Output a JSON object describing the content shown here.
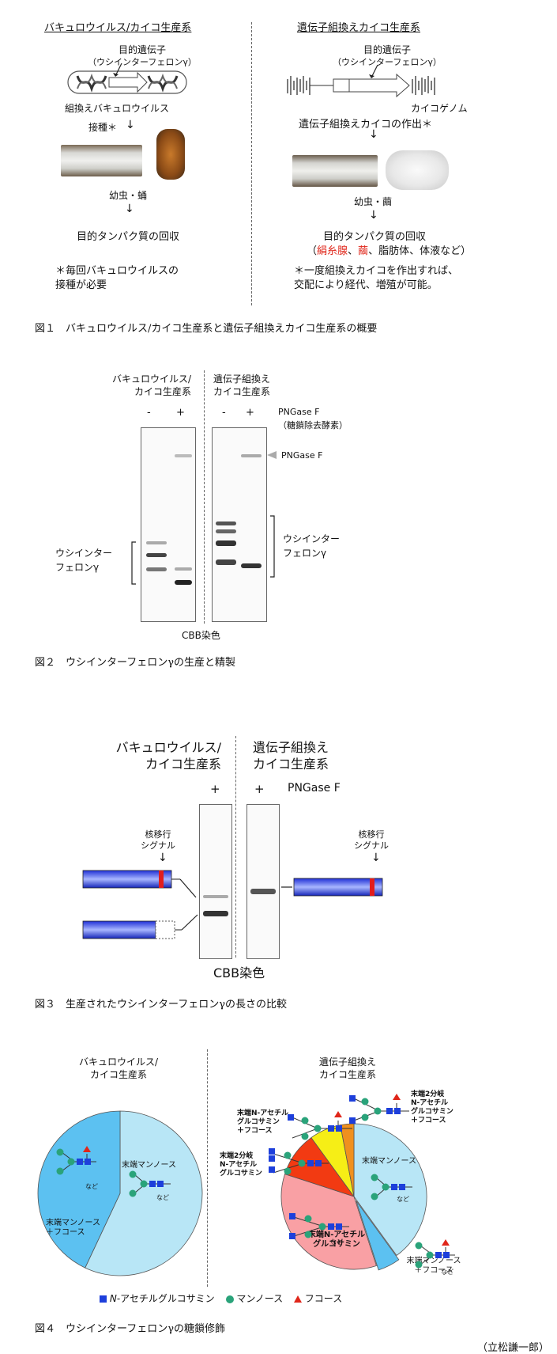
{
  "fig1": {
    "left_title": "バキュロウイルス/カイコ生産系",
    "left_gene": "目的遺伝子",
    "left_gene_sub": "（ウシインターフェロンγ）",
    "left_vector": "組換えバキュロウイルス",
    "left_inoculate": "接種＊",
    "left_stage": "幼虫・蛹",
    "left_recovery": "目的タンパク質の回収",
    "left_note": "＊毎回バキュロウイルスの\n接種が必要",
    "right_title": "遺伝子組換えカイコ生産系",
    "right_gene": "目的遺伝子",
    "right_gene_sub": "（ウシインターフェロンγ）",
    "right_genome": "カイコゲノム",
    "right_make": "遺伝子組換えカイコの作出＊",
    "right_stage": "幼虫・繭",
    "right_recovery": "目的タンパク質の回収",
    "right_tissues": {
      "open": "（",
      "silk_gland": "絹糸腺",
      "sep1": "、",
      "cocoon": "繭",
      "rest": "、脂肪体、体液など）"
    },
    "right_note": "＊一度組換えカイコを作出すれば、\n交配により経代、増殖が可能。",
    "caption": "図１　バキュロウイルス/カイコ生産系と遺伝子組換えカイコ生産系の概要"
  },
  "fig2": {
    "left_header": "バキュロウイルス/\nカイコ生産系",
    "right_header": "遺伝子組換え\nカイコ生産系",
    "lanes": [
      "-",
      "+",
      "-",
      "+"
    ],
    "enzyme": "PNGase F",
    "enzyme_sub": "（糖鎖除去酵素）",
    "arrow_label": "PNGase F",
    "left_bracket": "ウシインター\nフェロンγ",
    "right_bracket": "ウシインター\nフェロンγ",
    "stain": "CBB染色",
    "caption": "図２　ウシインターフェロンγの生産と精製"
  },
  "fig3": {
    "left_header": "バキュロウイルス/\nカイコ生産系",
    "right_header": "遺伝子組換え\nカイコ生産系",
    "plus_left": "+",
    "plus_right": "+",
    "enzyme": "PNGase F",
    "signal_left": "核移行\nシグナル",
    "signal_right": "核移行\nシグナル",
    "stain": "CBB染色",
    "caption": "図３　生産されたウシインターフェロンγの長さの比較"
  },
  "fig4": {
    "left_header": "バキュロウイルス/\nカイコ生産系",
    "right_header": "遺伝子組換え\nカイコ生産系",
    "left_slices": [
      {
        "label": "末端マンノース",
        "value": 57,
        "color": "#b8e6f6"
      },
      {
        "label": "末端マンノース\n＋フコース",
        "value": 43,
        "color": "#5cc1f1"
      }
    ],
    "right_slices": [
      {
        "label": "末端マンノース",
        "value": 40,
        "color": "#b8e6f6"
      },
      {
        "label": "末端マンノース\n＋フコース",
        "value": 5,
        "color": "#5cc1f1"
      },
      {
        "label": "末端N-アセチル\nグルコサミン",
        "value": 35,
        "color": "#f9a0a4"
      },
      {
        "label": "末端2分岐\nN-アセチル\nグルコサミン",
        "value": 10,
        "color": "#f23a12"
      },
      {
        "label": "末端N-アセチル\nグルコサミン\n＋フコース",
        "value": 7,
        "color": "#f6ee16"
      },
      {
        "label": "末端2分岐\nN-アセチル\nグルコサミン\n＋フコース",
        "value": 3,
        "color": "#f0901e"
      }
    ],
    "etc": "など",
    "legend": {
      "glcnac_prefix": "N",
      "glcnac": "-アセチルグルコサミン",
      "mannose": "マンノース",
      "fucose": "フコース"
    },
    "caption": "図４　ウシインターフェロンγの糖鎖修飾"
  },
  "author": "（立松謙一郎）"
}
